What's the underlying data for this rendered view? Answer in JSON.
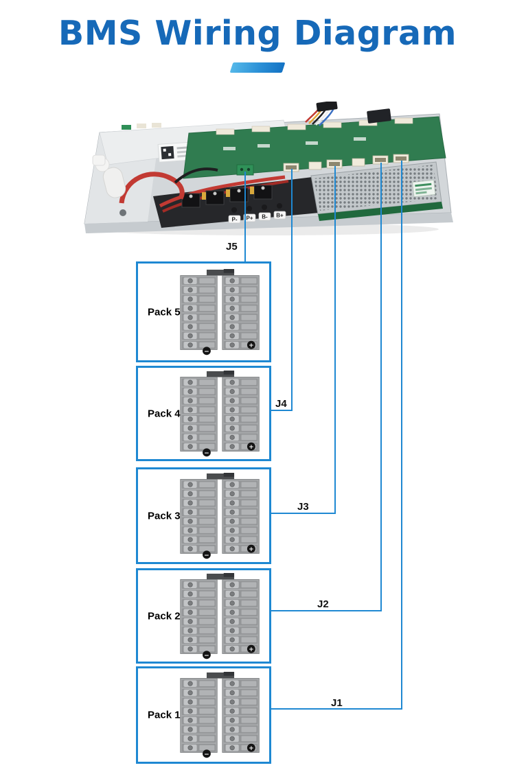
{
  "colors": {
    "title": "#1669b8",
    "accent": "#1e88d2"
  },
  "header": {
    "title": "BMS Wiring Diagram"
  },
  "bms": {
    "terminal_labels": [
      "P-",
      "P+",
      "B-",
      "B+"
    ]
  },
  "battery": {
    "plus": "+",
    "minus": "−"
  },
  "packs": [
    {
      "name": "Pack 5",
      "connector": "J5"
    },
    {
      "name": "Pack 4",
      "connector": "J4"
    },
    {
      "name": "Pack 3",
      "connector": "J3"
    },
    {
      "name": "Pack 2",
      "connector": "J2"
    },
    {
      "name": "Pack 1",
      "connector": "J1"
    }
  ]
}
